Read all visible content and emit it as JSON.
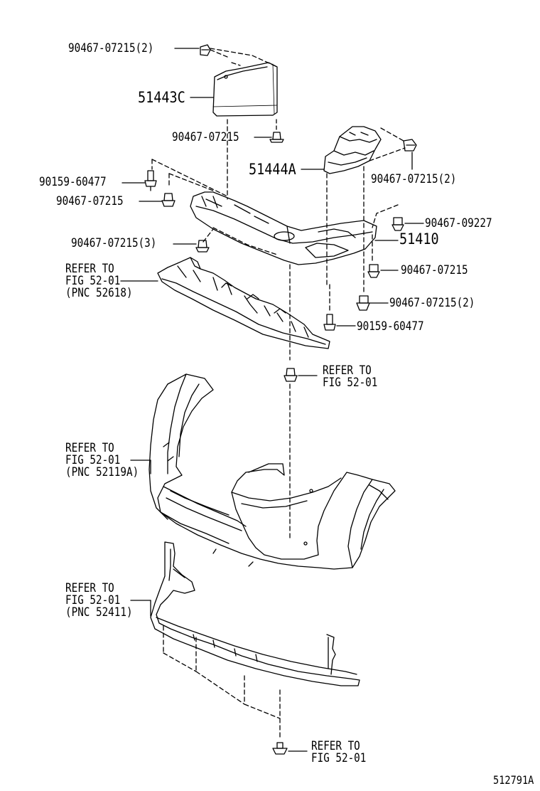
{
  "diagram": {
    "part_labels": {
      "p1": "90467-07215(2)",
      "p2": "51443C",
      "p3": "90467-07215",
      "p4": "51444A",
      "p5": "90467-07215(2)",
      "p6": "90159-60477",
      "p7": "90467-07215",
      "p8": "90467-09227",
      "p9": "51410",
      "p10": "90467-07215(3)",
      "p11": "90467-07215",
      "p12": "90467-07215(2)",
      "p13": "90159-60477"
    },
    "refer_labels": {
      "r1": [
        "REFER TO",
        "FIG 52-01",
        "(PNC 52618)"
      ],
      "r2": [
        "REFER TO",
        "FIG 52-01"
      ],
      "r3": [
        "REFER TO",
        "FIG 52-01",
        "(PNC 52119A)"
      ],
      "r4": [
        "REFER TO",
        "FIG 52-01",
        "(PNC 52411)"
      ],
      "r5": [
        "REFER TO",
        "FIG 52-01"
      ]
    },
    "diagram_code": "512791A"
  }
}
